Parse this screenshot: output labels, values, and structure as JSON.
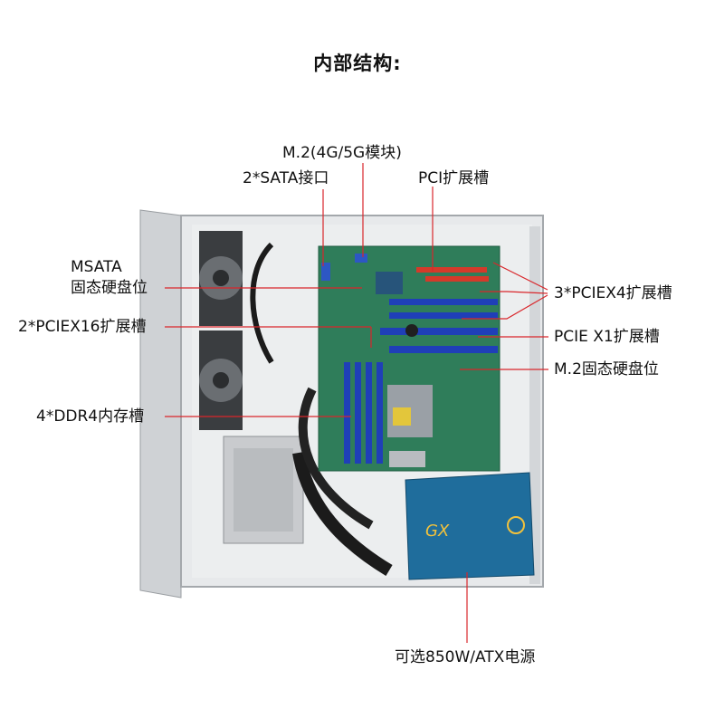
{
  "title": "内部结构:",
  "labels": {
    "m2_module": "M.2(4G/5G模块)",
    "sata": "2*SATA接口",
    "pci": "PCI扩展槽",
    "msata_1": "MSATA",
    "msata_2": "固态硬盘位",
    "pciex16": "2*PCIEX16扩展槽",
    "pciex4": "3*PCIEX4扩展槽",
    "pcie_x1": "PCIE X1扩展槽",
    "m2_ssd": "M.2固态硬盘位",
    "ddr4": "4*DDR4内存槽",
    "psu": "可选850W/ATX电源"
  },
  "psu_brand": "GX",
  "colors": {
    "leader": "#d9262b",
    "chassis": "#e6e8ea",
    "motherboard": "#2f7d5a",
    "slot_blue": "#1f3fb8",
    "slot_red": "#d43a2a",
    "psu": "#1f6d9c"
  }
}
